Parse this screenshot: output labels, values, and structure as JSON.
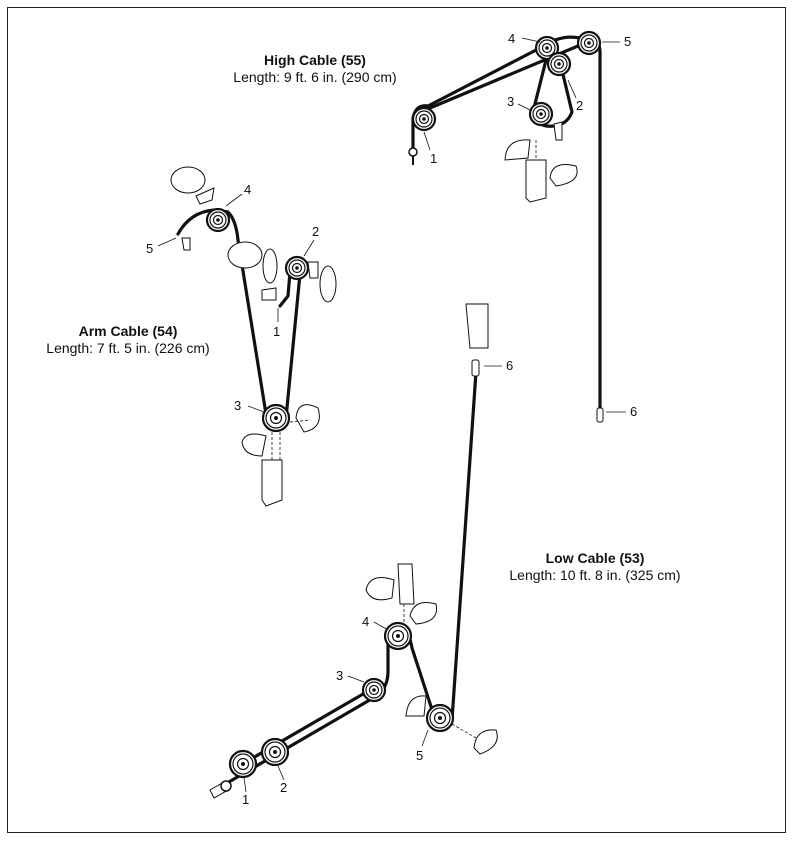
{
  "cables": {
    "high": {
      "title": "High Cable (55)",
      "length": "Length: 9 ft. 6  in. (290 cm)"
    },
    "arm": {
      "title": "Arm Cable (54)",
      "length": "Length: 7 ft. 5 in. (226 cm)"
    },
    "low": {
      "title": "Low Cable (53)",
      "length": "Length: 10 ft. 8 in. (325 cm)"
    }
  },
  "callouts": {
    "high": [
      "1",
      "2",
      "3",
      "4",
      "5",
      "6"
    ],
    "arm": [
      "1",
      "2",
      "3",
      "4",
      "5"
    ],
    "low": [
      "1",
      "2",
      "3",
      "4",
      "5",
      "6"
    ]
  }
}
